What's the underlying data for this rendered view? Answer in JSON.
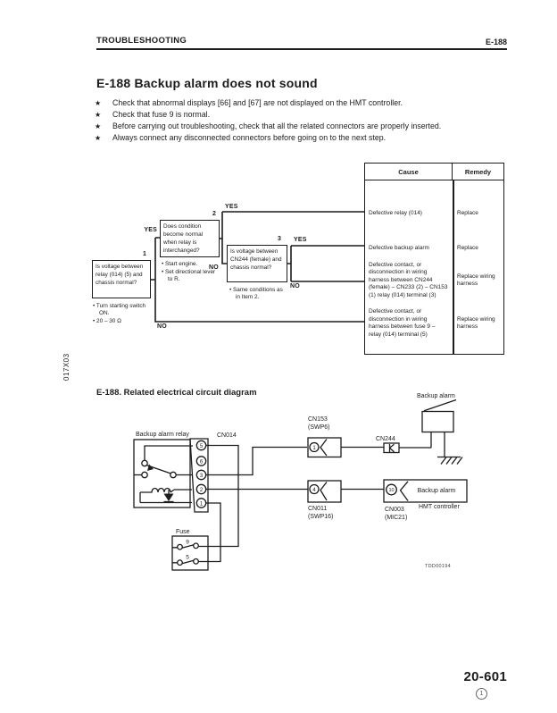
{
  "header": {
    "left": "TROUBLESHOOTING",
    "right": "E-188"
  },
  "title": "E-188 Backup alarm does not sound",
  "bullet_marker": "★",
  "bullets": [
    "Check that abnormal displays [66] and [67] are not displayed on the HMT controller.",
    "Check that fuse 9 is normal.",
    "Before carrying out troubleshooting, check that all the related connectors are properly inserted.",
    "Always connect any disconnected connectors before going on to the next step."
  ],
  "flowchart": {
    "branch_labels": {
      "yes": "YES",
      "no": "NO"
    },
    "boxes": [
      {
        "number": "1",
        "question": "Is voltage between relay (014) (5) and chassis normal?",
        "notes": [
          "• Turn starting switch ON.",
          "• 20 – 30 Ω"
        ]
      },
      {
        "number": "2",
        "question": "Does condition become normal when relay is interchanged?",
        "notes": [
          "• Start engine.",
          "• Set directional lever to R."
        ]
      },
      {
        "number": "3",
        "question": "Is voltage between CN244 (female) and chassis normal?",
        "notes": [
          "• Same conditions as in Item 2."
        ]
      }
    ],
    "table": {
      "headers": [
        "Cause",
        "Remedy"
      ],
      "rows": [
        {
          "cause": "Defective relay (014)",
          "remedy": "Replace"
        },
        {
          "cause": "Defective backup alarm",
          "remedy": "Replace"
        },
        {
          "cause": "Defective contact, or disconnection in wiring harness between CN244 (female) – CN233 (2) – CN153 (1) relay (014) terminal (3)",
          "remedy": "Replace wiring harness"
        },
        {
          "cause": "Defective contact, or disconnection in wiring harness between fuse 9 – relay (014) terminal (5)",
          "remedy": "Replace wiring harness"
        }
      ]
    }
  },
  "side_code": "017X03",
  "circuit": {
    "title": "E-188. Related electrical circuit diagram",
    "figure_code": "TDD00194",
    "labels": {
      "relay": "Backup alarm relay",
      "cn014": "CN014",
      "pins_cn014": [
        "5",
        "6",
        "3",
        "2",
        "1"
      ],
      "cn153": "CN153",
      "cn153_sub": "(SWP6)",
      "pin_cn153": "1",
      "cn244": "CN244",
      "backup_alarm_top": "Backup alarm",
      "fuse": "Fuse",
      "fuse9": "9",
      "fuse5": "5",
      "cn011": "CN011",
      "cn011_sub": "(SWP16)",
      "pin_cn011": "4",
      "hmt_pin": "10",
      "hmt_box_label": "Backup alarm",
      "hmt_controller": "HMT controller",
      "cn003": "CN003",
      "cn003_sub": "(MIC21)"
    }
  },
  "page_number": "20-601",
  "page_number_note": "1"
}
